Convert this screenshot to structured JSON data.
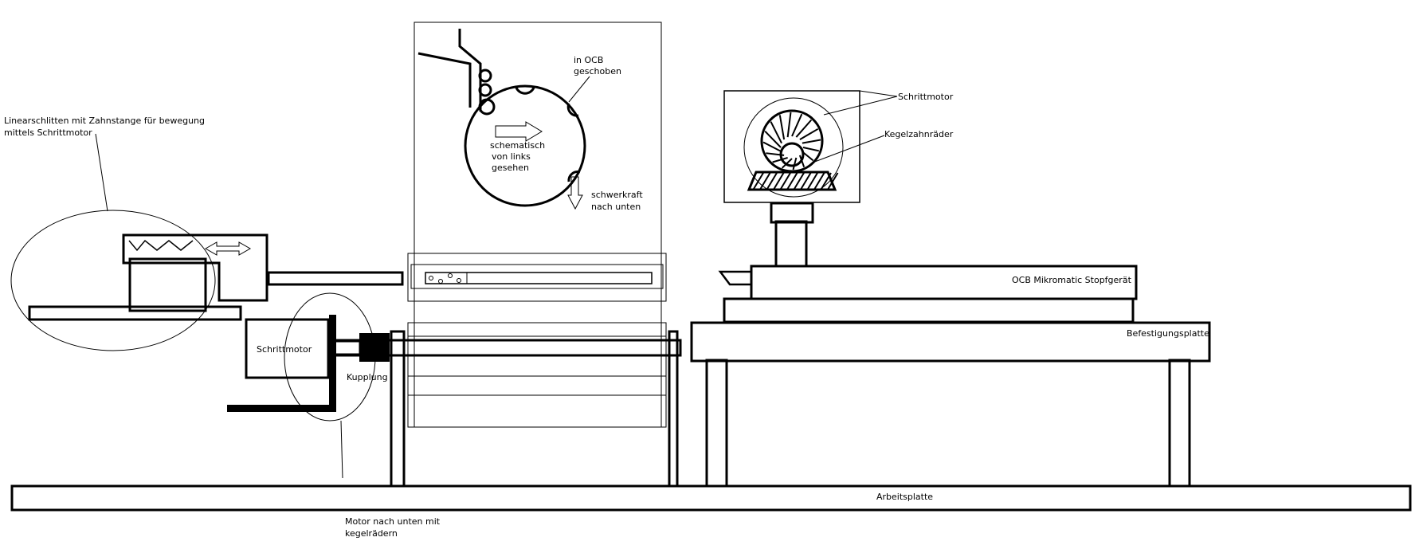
{
  "colors": {
    "line": "#000000",
    "background": "#ffffff"
  },
  "labels": {
    "linear_slide": [
      "Linearschlitten mit Zahnstange für bewegung",
      "mittels Schrittmotor"
    ],
    "in_ocb": [
      "in OCB",
      "geschoben"
    ],
    "schematic": [
      "schematisch",
      "von links",
      "gesehen"
    ],
    "gravity": [
      "schwerkraft",
      "nach unten"
    ],
    "stepper_top": "Schrittmotor",
    "bevel_gears": "Kegelzahnräder",
    "ocb_device": "OCB Mikromatic Stopfgerät",
    "mounting_plate": "Befestigungsplatte",
    "stepper_left": "Schrittmotor",
    "coupling": "Kupplung",
    "worktop": "Arbeitsplatte",
    "motor_down": [
      "Motor nach unten mit",
      "kegelrädern"
    ]
  }
}
